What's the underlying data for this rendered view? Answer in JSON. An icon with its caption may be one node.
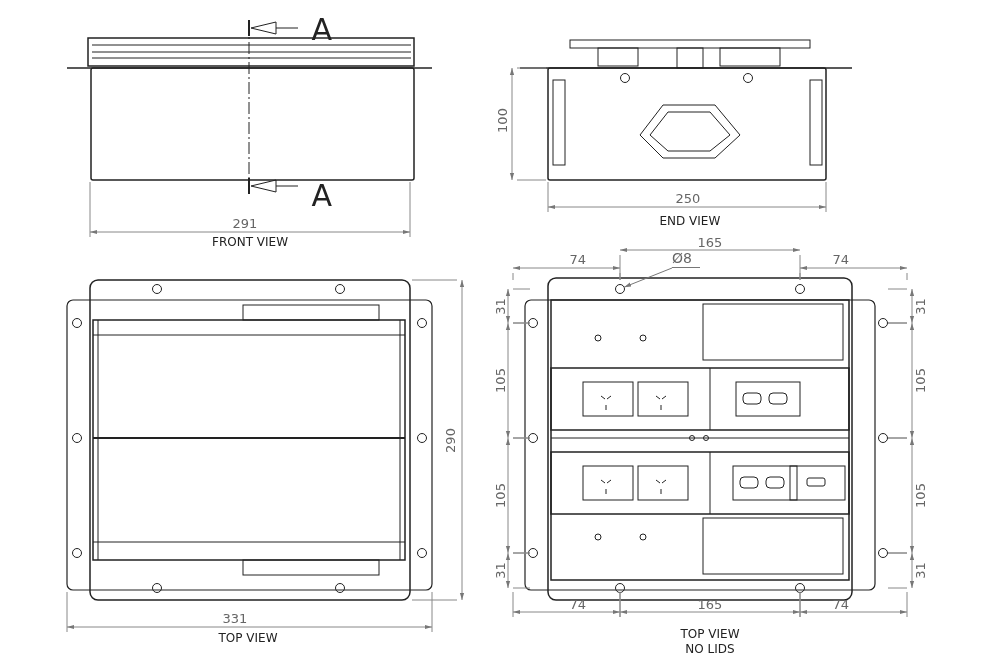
{
  "diagram": {
    "nodes": [
      {
        "text": [
          "Ø8"
        ]
      },
      {
        "text": [],
        "shape": "circle"
      }
    ],
    "edges": [
      {
        "from": 0,
        "to": 1,
        "arrow": "to"
      }
    ],
    "labels": [
      "A",
      "A",
      "291",
      "FRONT VIEW",
      "100",
      "250",
      "END VIEW",
      "165",
      "74",
      "74",
      "31",
      "31",
      "105",
      "105",
      "290",
      "105",
      "105",
      "31",
      "31",
      "74",
      "165",
      "74",
      "331",
      "TOP VIEW",
      "TOP VIEW NO LIDS"
    ]
  }
}
